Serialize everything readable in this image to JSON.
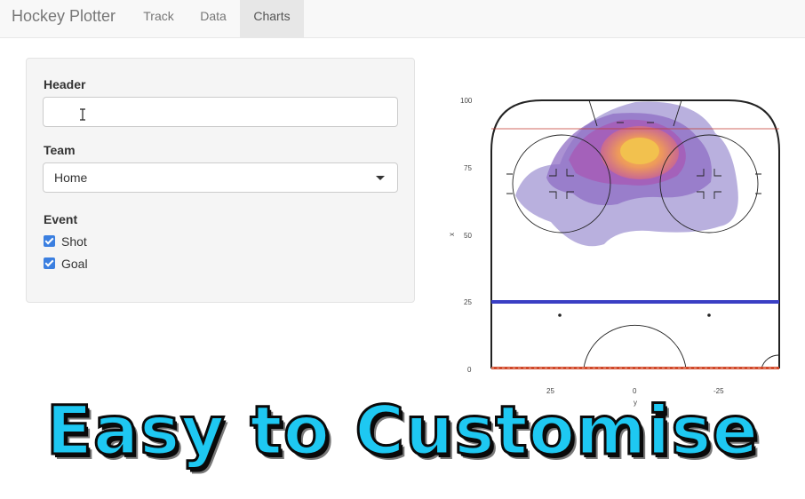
{
  "navbar": {
    "brand": "Hockey Plotter",
    "tabs": [
      {
        "label": "Track",
        "active": false
      },
      {
        "label": "Data",
        "active": false
      },
      {
        "label": "Charts",
        "active": true
      }
    ]
  },
  "sidebar": {
    "header_label": "Header",
    "header_value": "",
    "team_label": "Team",
    "team_selected": "Home",
    "event_label": "Event",
    "events": [
      {
        "label": "Shot",
        "checked": true
      },
      {
        "label": "Goal",
        "checked": true
      }
    ]
  },
  "chart": {
    "y_axis_label": "x",
    "x_axis_label": "y",
    "y_ticks": [
      "100",
      "75",
      "50",
      "25",
      "0"
    ],
    "x_ticks": [
      "25",
      "0",
      "-25"
    ],
    "colors": {
      "blue_line": "#3a3fc4",
      "goal_line": "#d0482a",
      "density_low": "#9b8fd0",
      "density_mid": "#9b55b5",
      "density_high": "#ee9a5a",
      "density_peak": "#f2c14e"
    }
  },
  "overlay": {
    "caption": "Easy to Customise"
  }
}
